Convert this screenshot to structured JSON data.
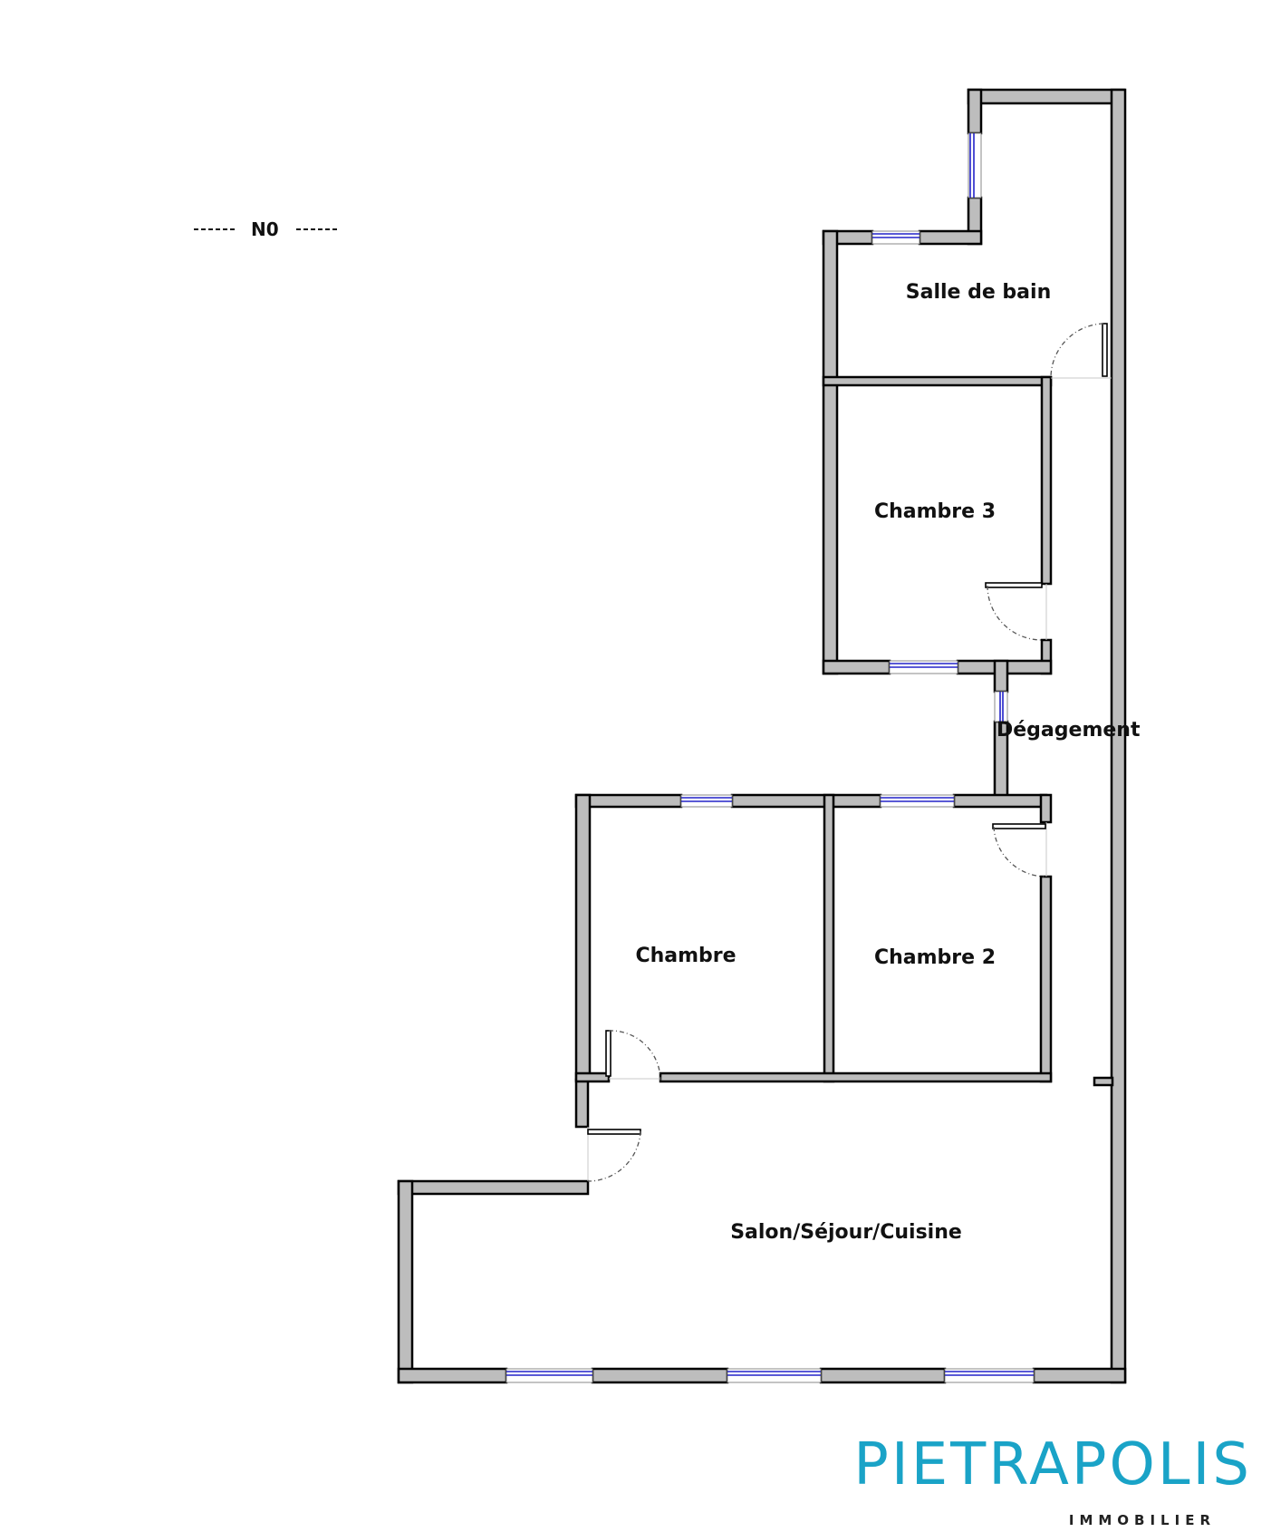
{
  "level": {
    "label": "N0"
  },
  "rooms": {
    "salle_de_bain": "Salle de bain",
    "chambre_3": "Chambre 3",
    "degagement": "Dégagement",
    "chambre": "Chambre",
    "chambre_2": "Chambre 2",
    "salon": "Salon/Séjour/Cuisine"
  },
  "logo": {
    "name": "PIETRAPOLIS",
    "tagline": "IMMOBILIER"
  },
  "colors": {
    "wall_fill": "#bdbdbd",
    "window": "#2323c8",
    "logo": "#1aa3c7"
  }
}
